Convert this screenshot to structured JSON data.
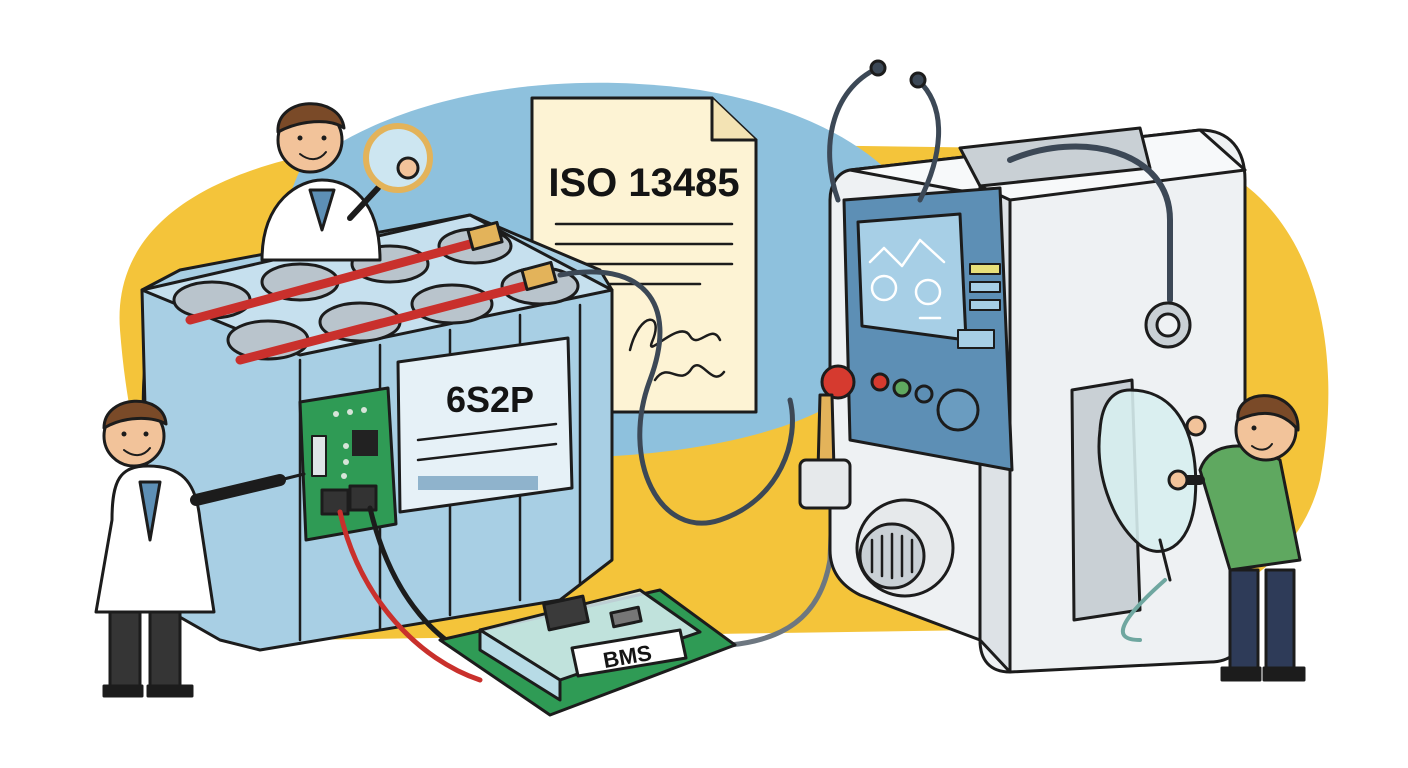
{
  "labels": {
    "certificate_title": "ISO 13485",
    "battery_config": "6S2P",
    "bms_tag": "BMS"
  },
  "colors": {
    "outline": "#1c1c1c",
    "blob_yellow": "#f4c43a",
    "blob_blue": "#8ec1dd",
    "battery_blue": "#a8cfe4",
    "cell_gray": "#b9c4cc",
    "wire_red": "#c9302c",
    "pcb_green": "#2f9b55",
    "paper": "#fdf3d4",
    "device_white": "#eef1f3",
    "screen_blue": "#5d8fb5",
    "coat_white": "#ffffff",
    "shirt_green": "#5fa860",
    "hair_brown": "#7a4a28",
    "skin": "#f2c39a",
    "alarm_red": "#d63a2f"
  },
  "icons": {
    "magnifier": "magnifying-glass-icon",
    "stethoscope": "stethoscope-icon",
    "oxygen_mask": "oxygen-mask-icon",
    "signature": "signature-scribble"
  }
}
